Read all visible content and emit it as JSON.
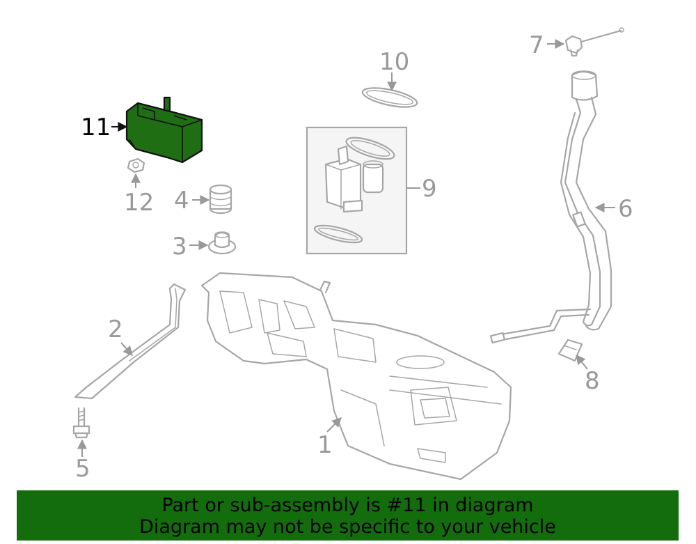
{
  "callouts": {
    "c1": "1",
    "c2": "2",
    "c3": "3",
    "c4": "4",
    "c5": "5",
    "c6": "6",
    "c7": "7",
    "c8": "8",
    "c9": "9",
    "c10": "10",
    "c11": "11",
    "c12": "12"
  },
  "highlighted_part": "11",
  "colors": {
    "highlight": "#1f6e14",
    "banner": "#136d0d",
    "line_art": "#a6a6a6"
  },
  "banner": {
    "line1": "Part or sub-assembly is #11 in diagram",
    "line2": "Diagram may not be specific to your vehicle"
  }
}
